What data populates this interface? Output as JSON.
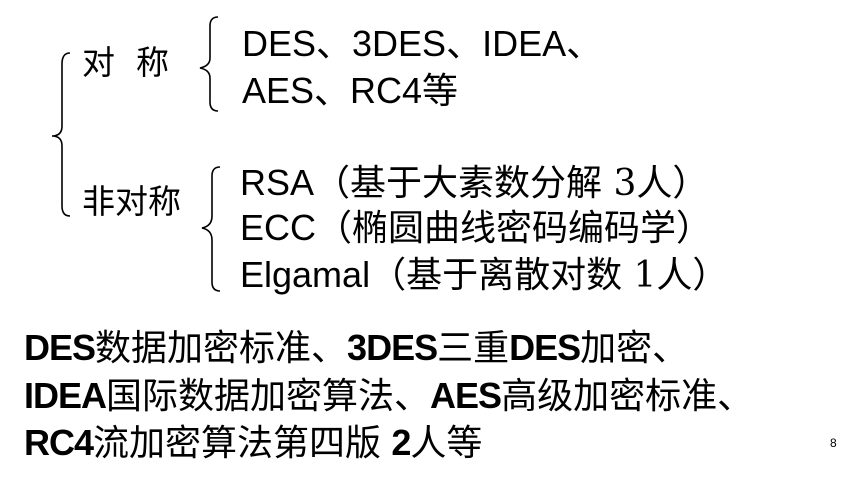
{
  "slide": {
    "tree": {
      "symmetric": {
        "label": "对  称",
        "items": [
          "DES、3DES、IDEA、",
          "AES、RC4等"
        ]
      },
      "asymmetric": {
        "label": "非对称",
        "items": [
          {
            "en": "RSA",
            "cn": "（基于大素数分解 3人）"
          },
          {
            "en": "ECC",
            "cn": "（椭圆曲线密码编码学）"
          },
          {
            "en": "Elgamal",
            "cn": "（基于离散对数 1人）"
          }
        ]
      }
    },
    "notes": [
      [
        {
          "t": "DES",
          "en": true
        },
        {
          "t": "数据加密标准、",
          "en": false
        },
        {
          "t": "3DES",
          "en": true
        },
        {
          "t": "三重",
          "en": false
        },
        {
          "t": "DES",
          "en": true
        },
        {
          "t": "加密、",
          "en": false
        }
      ],
      [
        {
          "t": "IDEA",
          "en": true
        },
        {
          "t": "国际数据加密算法、",
          "en": false
        },
        {
          "t": "AES",
          "en": true
        },
        {
          "t": "高级加密标准、",
          "en": false
        }
      ],
      [
        {
          "t": "RC4",
          "en": true
        },
        {
          "t": "流加密算法第四版 ",
          "en": false
        },
        {
          "t": "2",
          "en": true
        },
        {
          "t": "人等",
          "en": false
        }
      ]
    ],
    "notes_flat": {
      "line1": {
        "a": "DES",
        "b": "数据加密标准、",
        "c": "3DES",
        "d": "三重",
        "e": "DES",
        "f": "加密、"
      },
      "line2": {
        "a": "IDEA",
        "b": "国际数据加密算法、",
        "c": "AES",
        "d": "高级加密标准、"
      },
      "line3": {
        "a": "RC4",
        "b": "流加密算法第四版 ",
        "c": "2",
        "d": "人等"
      }
    },
    "page_number": "8"
  }
}
